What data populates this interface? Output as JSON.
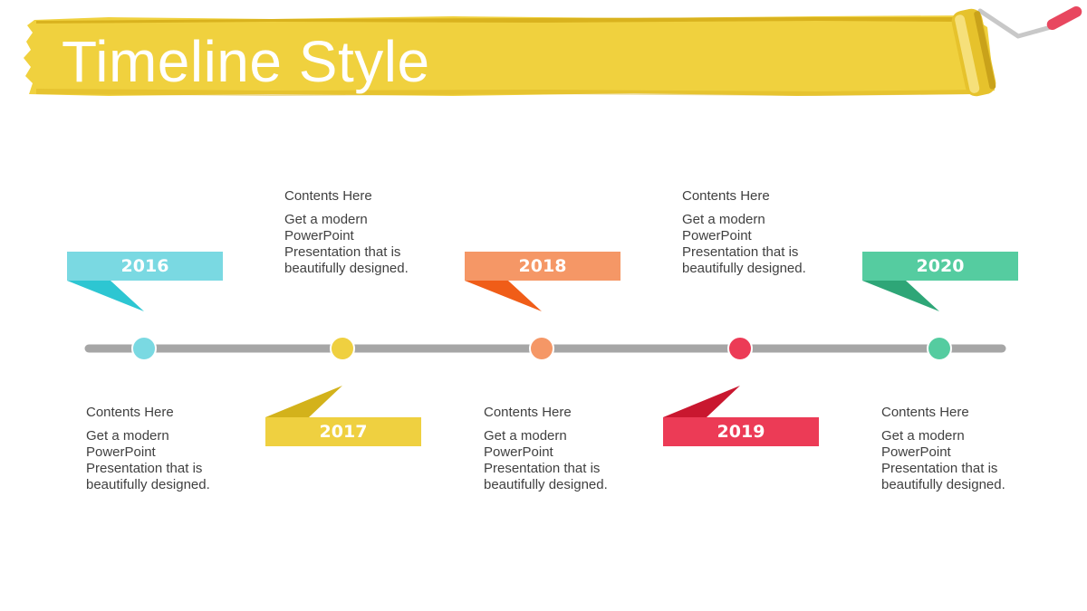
{
  "title": "Timeline Style",
  "colors": {
    "banner": "#f0d13e",
    "banner_edge": "#d9b21e",
    "roller_handle": "#e8475f",
    "track": "#a6a6a6"
  },
  "milestones": [
    {
      "year": "2016",
      "heading": "Contents Here",
      "body": "Get a modern PowerPoint Presentation that is beautifully designed.",
      "color": "#7ad9e2",
      "tail_color": "#2dc6d2",
      "flag_side": "top"
    },
    {
      "year": "2017",
      "heading": "Contents Here",
      "body": "Get a modern PowerPoint Presentation that is beautifully designed.",
      "color": "#efd040",
      "tail_color": "#d3b21b",
      "flag_side": "bottom"
    },
    {
      "year": "2018",
      "heading": "Contents Here",
      "body": "Get a modern PowerPoint Presentation that is beautifully designed.",
      "color": "#f59766",
      "tail_color": "#f05d18",
      "flag_side": "top"
    },
    {
      "year": "2019",
      "heading": "Contents Here",
      "body": "Get a modern PowerPoint Presentation that is beautifully designed.",
      "color": "#ec3b56",
      "tail_color": "#c9172f",
      "flag_side": "bottom"
    },
    {
      "year": "2020",
      "heading": "Contents Here",
      "body": "Get a modern PowerPoint Presentation that is beautifully designed.",
      "color": "#55cca0",
      "tail_color": "#2ea677",
      "flag_side": "top"
    }
  ]
}
